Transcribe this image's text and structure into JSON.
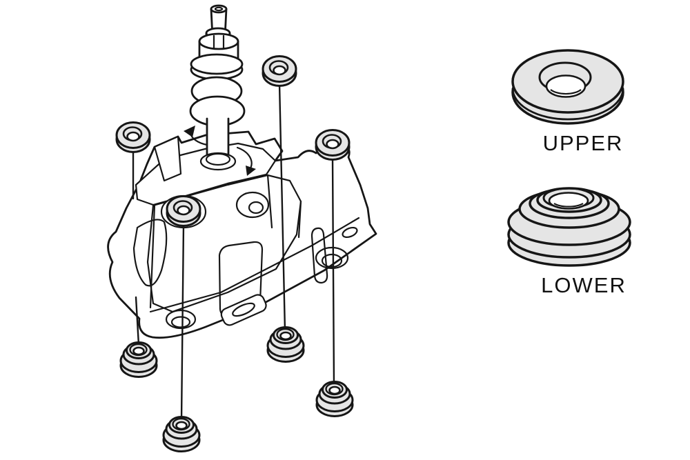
{
  "diagram": {
    "description": "Exploded view of a gear shifter base assembly showing four upper washers and four lower bushings with leader lines, plus enlarged detail views of the upper and lower bushings",
    "background_color": "#ffffff",
    "line_color": "#161616",
    "part_fill_color": "#e5e5e5",
    "callouts": {
      "upper_label": "UPPER",
      "lower_label": "LOWER"
    },
    "components": {
      "shifter_base": "shifter base housing",
      "shift_lever": "shift lever shaft with boot",
      "upper_bushing_count": 4,
      "lower_bushing_count": 4
    }
  }
}
